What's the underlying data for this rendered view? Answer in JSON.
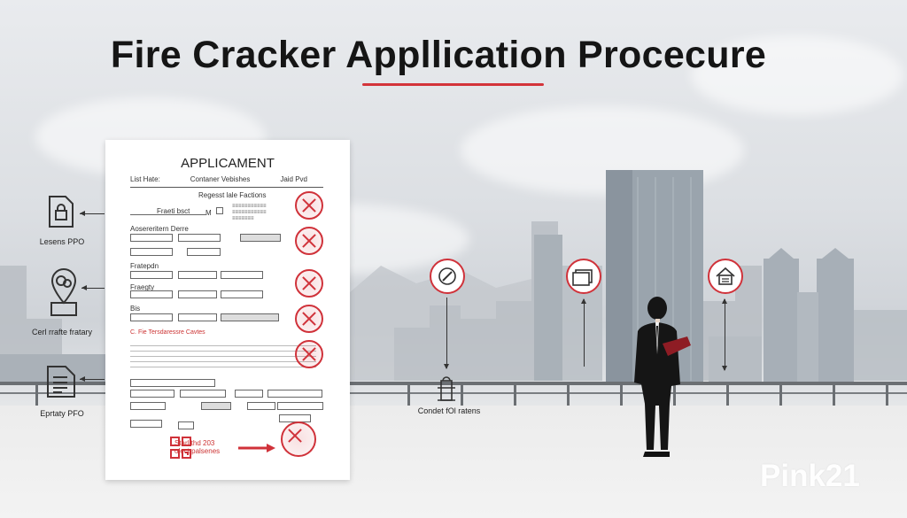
{
  "title": "Fire Cracker Appllication Procecure",
  "document": {
    "heading": "APPLICAMENT",
    "header_left": "List Hate:",
    "header_mid": "Contaner Vebishes",
    "header_right": "Jaid Pvd",
    "subheading": "Regesst lale Factions",
    "rows": [
      {
        "label": "Fraeti bsct",
        "value": "M"
      },
      {
        "label": "Aosereritern Derre",
        "value": ""
      },
      {
        "label": "Fratepdn",
        "value": ""
      },
      {
        "label": "Fraegty",
        "value": ""
      },
      {
        "label": "Bis",
        "value": ""
      }
    ],
    "section": "C.  Fie Tersdaressre Cavtes",
    "footer_line1": "Starl thd 203",
    "footer_line2": "olect palsenes"
  },
  "left_icons": [
    {
      "name": "document-lock-icon",
      "caption": "Lesens PPO"
    },
    {
      "name": "location-pin-icon",
      "caption": "Cerl rrafte fratary"
    },
    {
      "name": "report-document-icon",
      "caption": "Eprtaty PFO"
    }
  ],
  "center_caption": "Condet fOl ratens",
  "watermark": "Pink21",
  "colors": {
    "accent": "#d0323a",
    "text": "#151515"
  }
}
